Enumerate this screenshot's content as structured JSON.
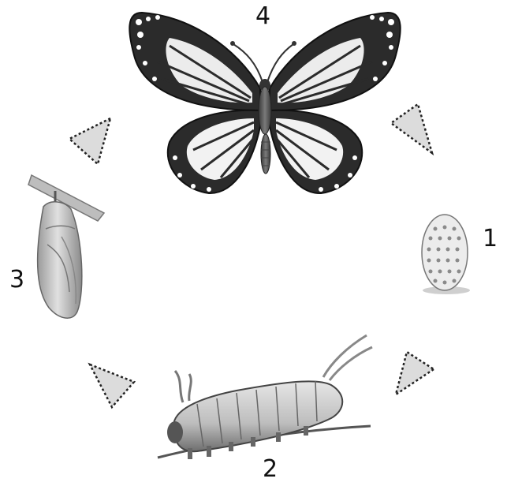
{
  "diagram": {
    "stages": [
      {
        "number": "1",
        "subject": "egg"
      },
      {
        "number": "2",
        "subject": "caterpillar"
      },
      {
        "number": "3",
        "subject": "chrysalis"
      },
      {
        "number": "4",
        "subject": "butterfly"
      }
    ],
    "arrow_count": 4,
    "colors": {
      "arrow_fill": "#dcdcdc",
      "arrow_outline": "#222222",
      "wing_dark": "#2b2b2b",
      "wing_light": "#f2f2f2",
      "label_text": "#111111",
      "background": "#ffffff"
    }
  }
}
